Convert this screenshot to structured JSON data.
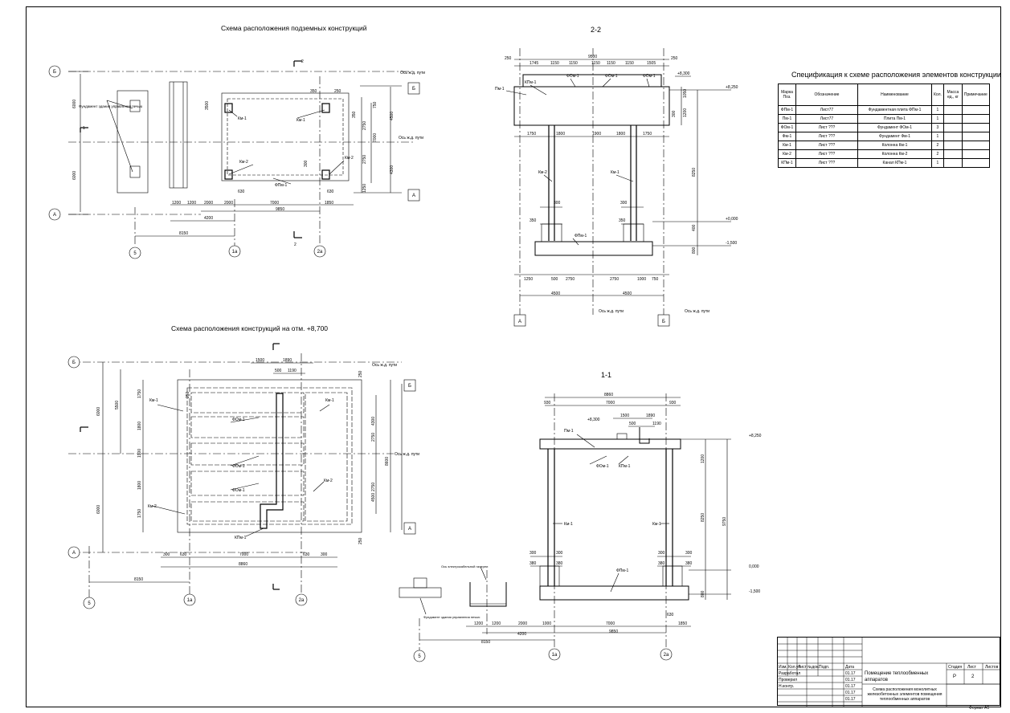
{
  "titles": {
    "underground": "Схема расположения подземных конструкций",
    "level_plan": "Схема расположения конструкций на отм. +8,700",
    "section_22": "2-2",
    "section_11": "1-1",
    "spec": "Спецификация к схеме расположения элементов конструкции"
  },
  "spec_table": {
    "headers": [
      "Марка Поз.",
      "Обозначение",
      "Наименование",
      "Кол.",
      "Масса ед., кг",
      "Примечание"
    ],
    "rows": [
      [
        "ФПм-1",
        "Лист77",
        "Фундаментная плита ФПм-1",
        "1",
        "",
        ""
      ],
      [
        "Пм-1",
        "Лист77",
        "Плита Пм-1",
        "1",
        "",
        ""
      ],
      [
        "ФОм-1",
        "Лист ???",
        "Фундамент ФОм-1",
        "3",
        "",
        ""
      ],
      [
        "Фм-1",
        "Лист ???",
        "Фундамент Фм-1",
        "1",
        "",
        ""
      ],
      [
        "Км-1",
        "Лист ???",
        "Колонна Км-1",
        "2",
        "",
        ""
      ],
      [
        "Км-2",
        "Лист ???",
        "Колонна Км-2",
        "2",
        "",
        ""
      ],
      [
        "КПм-1",
        "Лист ???",
        "Канал КПм-1",
        "1",
        "",
        ""
      ]
    ]
  },
  "stamp": {
    "project": "Помещение теплообменных аппаратов",
    "sheet_desc": "Схема расположения монолитных железобетонных элементов помещения теплообменных аппаратов",
    "stage_label": "Стадия",
    "sheet_label": "Лист",
    "sheets_label": "Листов",
    "stage": "Р",
    "sheet": "2",
    "roles": [
      "Разработал",
      "Проверил",
      "Н.контр."
    ],
    "date": "01.17",
    "cols": [
      "Изм.",
      "Кол.уч",
      "Лист",
      "№док.",
      "Подп.",
      "Дата"
    ],
    "format": "Формат А1"
  },
  "axes": {
    "a": "А",
    "b": "Б",
    "five": "5",
    "one_a": "1а",
    "two_a": "2а",
    "axis_note": "Ось ж.д. пути"
  },
  "plan1": {
    "dims": [
      "6000",
      "6000",
      "1200",
      "1200",
      "2000",
      "2000",
      "7000",
      "1850",
      "4200",
      "9850",
      "8150",
      "3500",
      "350",
      "250",
      "4500",
      "7000",
      "4300",
      "2750",
      "2750",
      "750",
      "300",
      "630",
      "630",
      "350",
      "1250"
    ],
    "labels": [
      "Км-1",
      "Км-1",
      "Км-2",
      "Км-2",
      "ФПм-1",
      "Фундамент здания управления печью"
    ],
    "cut1": "1",
    "cut2": "2"
  },
  "plan2": {
    "dims": [
      "1500",
      "1890",
      "500",
      "1190",
      "250",
      "6000",
      "6000",
      "5500",
      "4300",
      "2750",
      "2750",
      "4500",
      "8600",
      "1750",
      "1800",
      "1900",
      "1800",
      "1750",
      "300",
      "630",
      "7000",
      "630",
      "300",
      "8860",
      "8150",
      "250",
      "250"
    ],
    "labels": [
      "Км-1",
      "Км-1",
      "Км-2",
      "Км-2",
      "ФОм-1",
      "ФОм-1",
      "ФОм-1",
      "КПм-1"
    ]
  },
  "sec22": {
    "dims": [
      "9500",
      "250",
      "1745",
      "1150",
      "1150",
      "1150",
      "1150",
      "1150",
      "1505",
      "250",
      "1750",
      "1800",
      "1900",
      "1800",
      "1750",
      "300",
      "300",
      "350",
      "350",
      "1250",
      "500",
      "2750",
      "2750",
      "1000",
      "750",
      "4500",
      "4500",
      "1050",
      "300",
      "1200",
      "8250",
      "400",
      "800"
    ],
    "levels": [
      "+8,300",
      "+8,250",
      "+0,000",
      "-1,500"
    ],
    "labels": [
      "Пм-1",
      "КПм-1",
      "ФОм-1",
      "ФОм-1",
      "ФОм-1",
      "Км-2",
      "Км-1",
      "ФПм-1"
    ]
  },
  "sec11": {
    "dims": [
      "8860",
      "930",
      "7000",
      "930",
      "1500",
      "1890",
      "500",
      "1190",
      "300",
      "300",
      "380",
      "380",
      "300",
      "300",
      "380",
      "380",
      "1200",
      "8250",
      "9750",
      "800",
      "1200",
      "1200",
      "2000",
      "1000",
      "7000",
      "630",
      "1850",
      "4200",
      "9850",
      "8150"
    ],
    "levels": [
      "+8,300",
      "+8,250",
      "0,000",
      "-1,500"
    ],
    "labels": [
      "Пм-1",
      "ФОм-1",
      "КПм-1",
      "Км-1",
      "Км-1",
      "ФПм-1",
      "Ось электрокабельной галереи",
      "Фундамент здания управления печью"
    ]
  }
}
